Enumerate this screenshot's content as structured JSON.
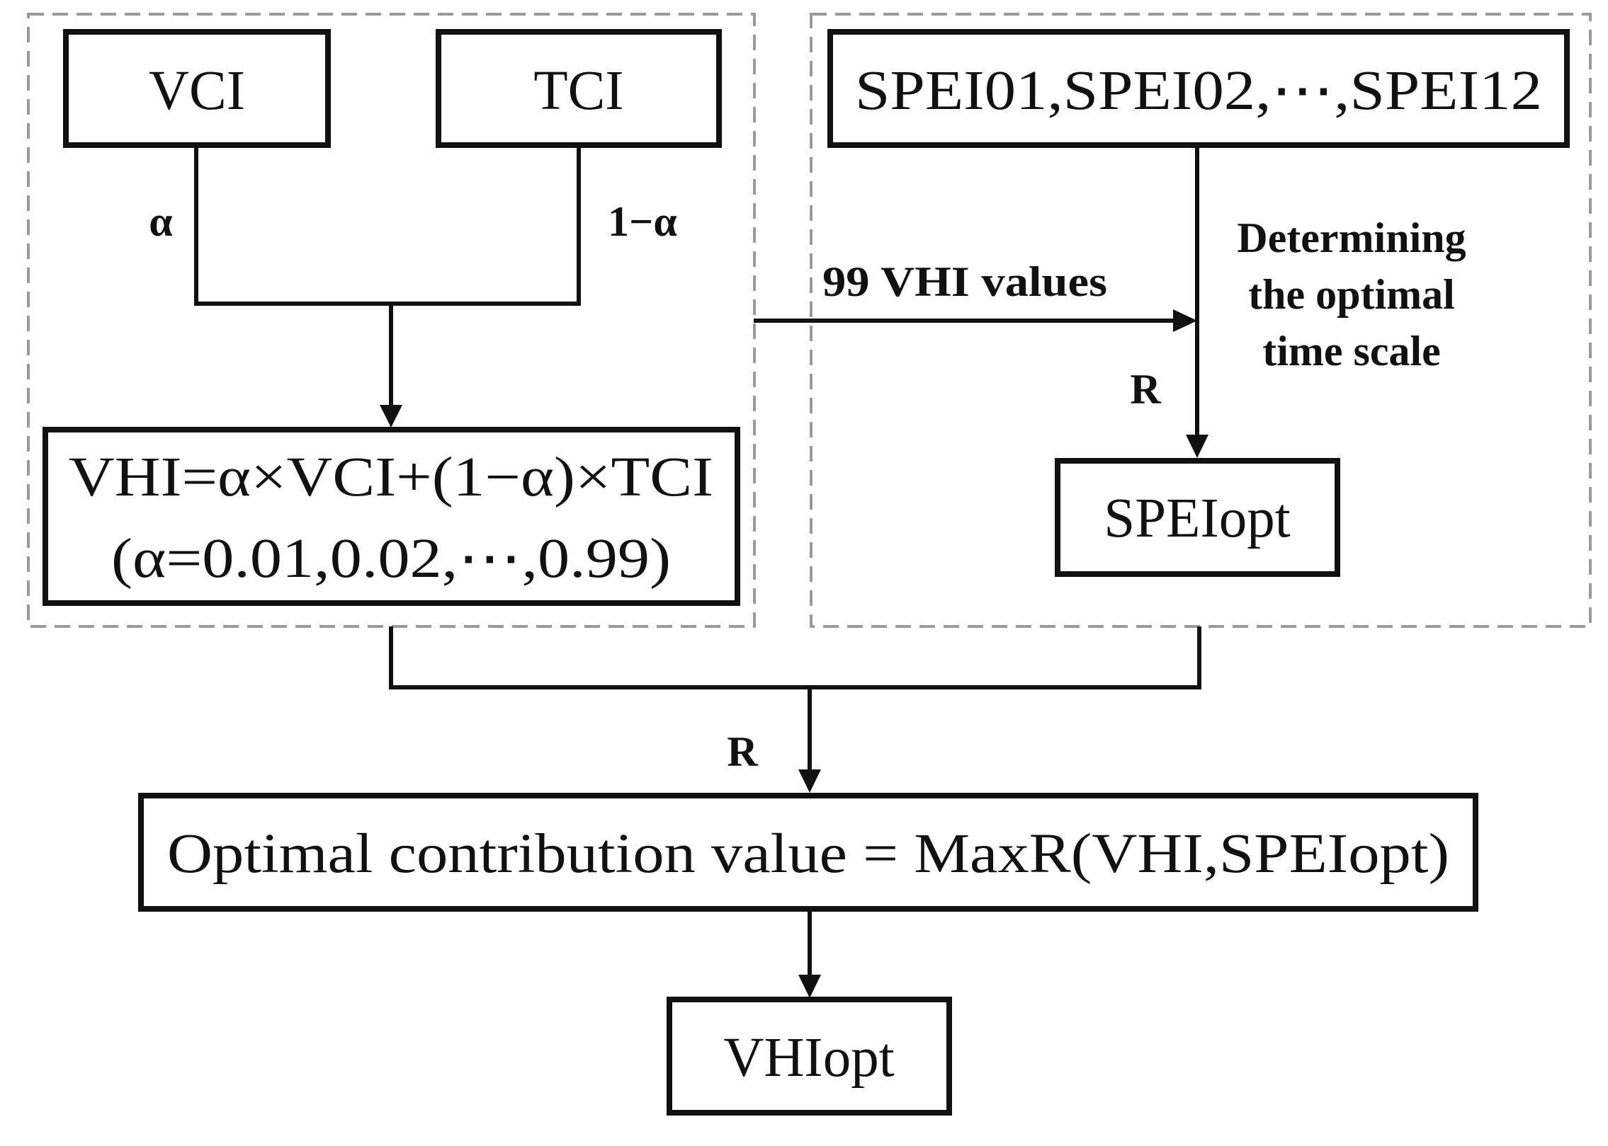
{
  "boxes": {
    "vci": "VCI",
    "tci": "TCI",
    "spei_series": "SPEI01,SPEI02,⋯,SPEI12",
    "vhi_formula_line1": "VHI=α×VCI+(1−α)×TCI",
    "vhi_formula_line2": "(α=0.01,0.02,⋯,0.99)",
    "spei_opt": "SPEIopt",
    "optimal_contribution": "Optimal contribution value = MaxR(VHI,SPEIopt)",
    "vhi_opt": "VHIopt"
  },
  "edge_labels": {
    "alpha": "α",
    "one_minus_alpha": "1−α",
    "vhi_values": "99 VHI values",
    "determining_line1": "Determining",
    "determining_line2": "the optimal",
    "determining_line3": "time scale",
    "r_spei": "R",
    "r_final": "R"
  }
}
